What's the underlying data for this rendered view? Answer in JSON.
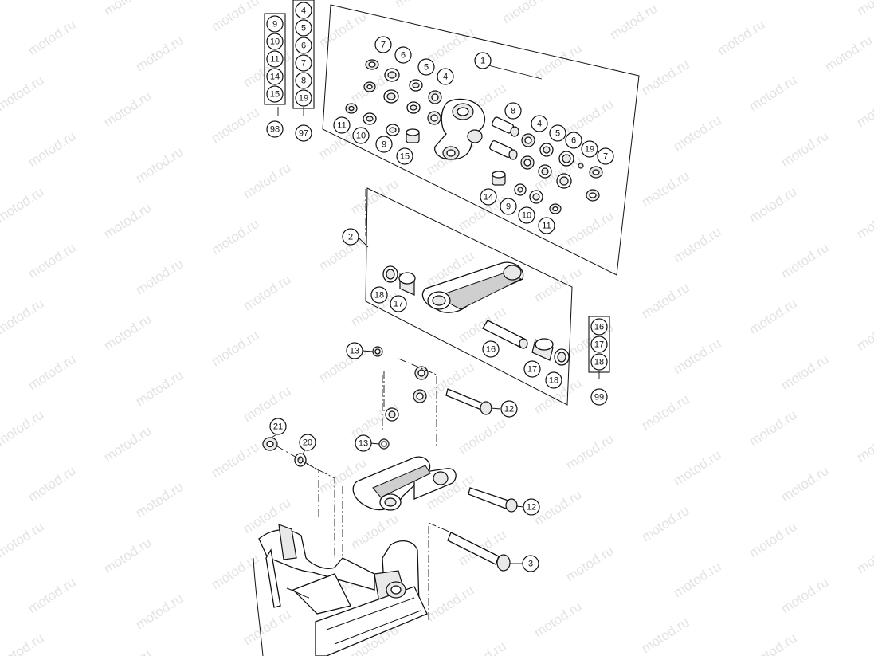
{
  "watermark": "motod.ru",
  "kits": {
    "k98": {
      "items": [
        "9",
        "10",
        "11",
        "14",
        "15"
      ],
      "label": "98"
    },
    "k97": {
      "items": [
        "4",
        "5",
        "6",
        "7",
        "8",
        "19"
      ],
      "label": "97"
    },
    "k99": {
      "items": [
        "16",
        "17",
        "18"
      ],
      "label": "99"
    }
  },
  "callouts": {
    "c1": "1",
    "c2": "2",
    "c3": "3",
    "p4a": "4",
    "p5a": "5",
    "p6a": "6",
    "p7a": "7",
    "p9a": "9",
    "p10a": "10",
    "p11a": "11",
    "p15a": "15",
    "p8b": "8",
    "p4b": "4",
    "p5b": "5",
    "p6b": "6",
    "p19b": "19",
    "p7b": "7",
    "p14b": "14",
    "p9b": "9",
    "p10b": "10",
    "p11b": "11",
    "p18a": "18",
    "p17a": "17",
    "p16": "16",
    "p17b": "17",
    "p18b": "18",
    "p13a": "13",
    "p12a": "12",
    "p13b": "13",
    "p12b": "12",
    "p21": "21",
    "p20": "20"
  }
}
